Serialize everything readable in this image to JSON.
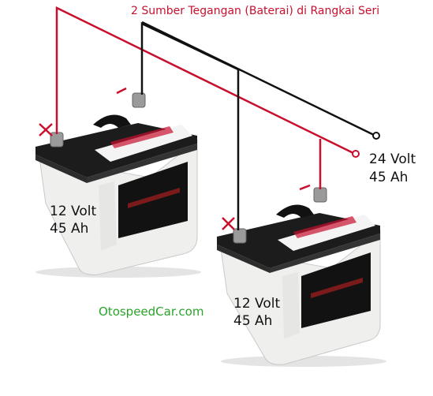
{
  "title": "2 Sumber Tegangan (Baterai) di Rangkai Seri",
  "batteries": [
    {
      "voltage": "12 Volt",
      "capacity": "45 Ah",
      "neg_sign": "−",
      "pos_sign": "×"
    },
    {
      "voltage": "12 Volt",
      "capacity": "45 Ah",
      "neg_sign": "−",
      "pos_sign": "×"
    }
  ],
  "output": {
    "voltage": "24 Volt",
    "capacity": "45 Ah"
  },
  "watermark": "OtospeedCar.com",
  "colors": {
    "red_wire": "#c8102e",
    "black_wire": "#111111",
    "watermark": "#2aa32a",
    "battery_case": "#eeeeec",
    "battery_top": "#1b1b1b"
  }
}
